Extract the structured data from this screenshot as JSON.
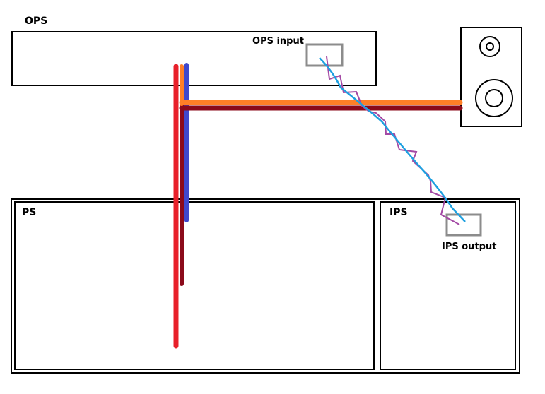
{
  "labels": {
    "ops": "OPS",
    "ops_input": "OPS input",
    "ps": "PS",
    "ips": "IPS",
    "ips_output": "IPS output"
  },
  "colors": {
    "outline": "#000000",
    "port": "#8c8c8c",
    "red_wire": "#e8202a",
    "dark_red_wire": "#8b0a1a",
    "orange_wire": "#ff7f27",
    "blue_wire": "#3f48cc",
    "cyan_cable": "#1ea0e0",
    "purple_coil": "#a349a4"
  },
  "icons": {
    "speaker": "speaker-icon"
  }
}
